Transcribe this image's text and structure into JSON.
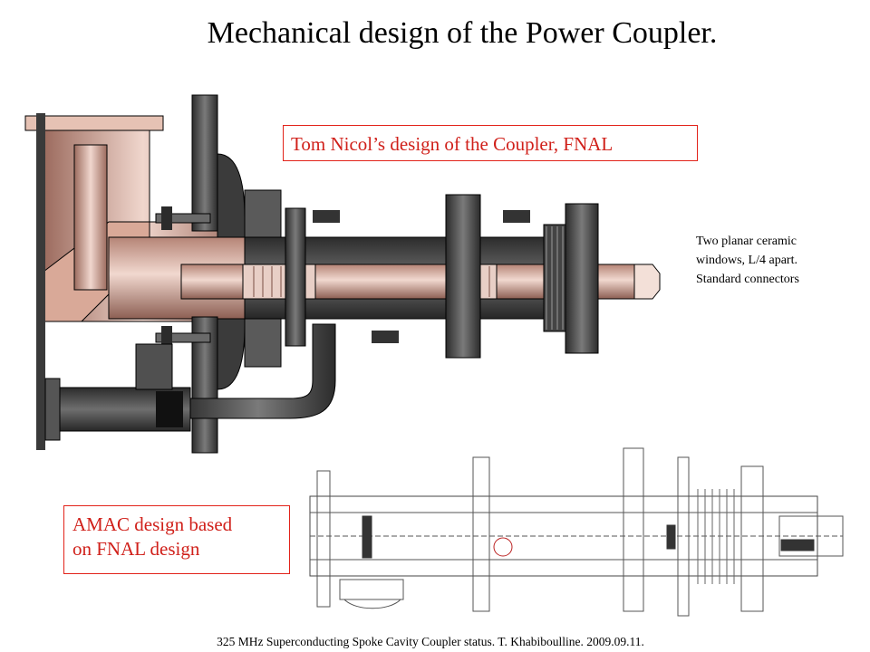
{
  "slide": {
    "title": "Mechanical design of the Power Coupler.",
    "fnal_label": "Tom Nicol’s design of the Coupler, FNAL",
    "amac_label_line1": "AMAC design based",
    "amac_label_line2": "on FNAL design",
    "side_note_line1": "Two planar ceramic",
    "side_note_line2": "windows, L/4 apart.",
    "side_note_line3": "Standard connectors",
    "footer": "325 MHz Superconducting Spoke Cavity Coupler status. T. Khabiboulline. 2009.09.11."
  },
  "colors": {
    "copper": "#c89a8a",
    "copper_dark": "#7a4f44",
    "steel": "#4a4a4a",
    "steel_light": "#8c8c8c",
    "label_red": "#d0201a"
  }
}
